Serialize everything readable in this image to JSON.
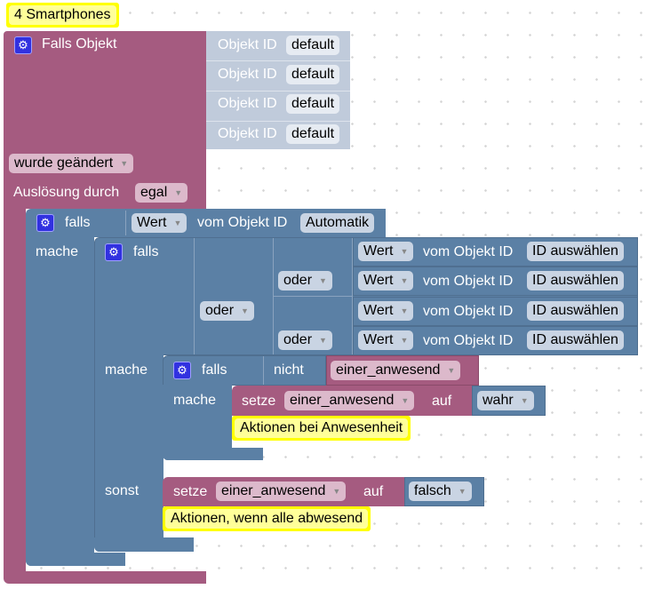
{
  "comment_top": "4 Smartphones",
  "trigger": {
    "title": "Falls Objekt",
    "object_ids": [
      {
        "label": "Objekt ID",
        "value": "default"
      },
      {
        "label": "Objekt ID",
        "value": "default"
      },
      {
        "label": "Objekt ID",
        "value": "default"
      },
      {
        "label": "Objekt ID",
        "value": "default"
      }
    ],
    "condition_dropdown": "wurde geändert",
    "trigger_label": "Auslösung durch",
    "trigger_dropdown": "egal"
  },
  "if1": {
    "falls": "falls",
    "mache": "mache",
    "value_dropdown": "Wert",
    "from_label": "vom Objekt ID",
    "object_id": "Automatik"
  },
  "if2": {
    "falls": "falls",
    "mache": "mache",
    "sonst": "sonst",
    "outer_op": "oder",
    "inner_ops": [
      "oder",
      "oder"
    ],
    "rows": [
      {
        "dropdown": "Wert",
        "label": "vom Objekt ID",
        "id": "ID auswählen"
      },
      {
        "dropdown": "Wert",
        "label": "vom Objekt ID",
        "id": "ID auswählen"
      },
      {
        "dropdown": "Wert",
        "label": "vom Objekt ID",
        "id": "ID auswählen"
      },
      {
        "dropdown": "Wert",
        "label": "vom Objekt ID",
        "id": "ID auswählen"
      }
    ]
  },
  "if3": {
    "falls": "falls",
    "mache": "mache",
    "not_label": "nicht",
    "variable": "einer_anwesend",
    "set_label": "setze",
    "set_var": "einer_anwesend",
    "to_label": "auf",
    "bool_true": "wahr",
    "comment": "Aktionen bei Anwesenheit"
  },
  "else_branch": {
    "set_label": "setze",
    "set_var": "einer_anwesend",
    "to_label": "auf",
    "bool_false": "falsch",
    "comment": "Aktionen, wenn alle abwesend"
  },
  "icons": {
    "gear": "⚙",
    "dropdown": "▼"
  }
}
